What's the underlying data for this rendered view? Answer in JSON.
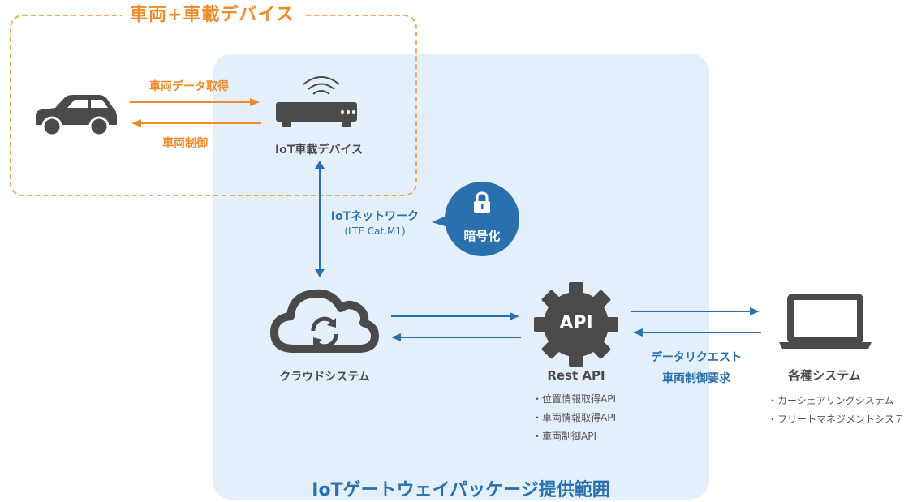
{
  "vehicle_section": {
    "title": "車両+車載デバイス"
  },
  "arrows": {
    "data_get": "車両データ取得",
    "control": "車両制御"
  },
  "device": {
    "label": "IoT車載デバイス",
    "icon": "router-wifi-icon"
  },
  "network": {
    "label": "IoTネットワーク",
    "sublabel": "(LTE Cat.M1)"
  },
  "encryption": {
    "label": "暗号化",
    "icon": "lock-icon"
  },
  "cloud": {
    "label": "クラウドシステム",
    "icon": "cloud-sync-icon"
  },
  "api": {
    "gear_text": "API",
    "label": "Rest API",
    "items": [
      "・位置情報取得API",
      "・車両情報取得API",
      "・車両制御API"
    ]
  },
  "requests": {
    "line1": "データリクエスト",
    "line2": "車両制御要求"
  },
  "systems": {
    "label": "各種システム",
    "icon": "laptop-icon",
    "items": [
      "・カーシェアリングシステム",
      "・フリートマネジメントシステム"
    ]
  },
  "footer": {
    "title": "IoTゲートウェイパッケージ提供範囲"
  },
  "colors": {
    "orange": "#ee8a2a",
    "blue": "#2a70ae",
    "panel": "#e3f0fb",
    "icon_gray": "#4a4a4a"
  }
}
